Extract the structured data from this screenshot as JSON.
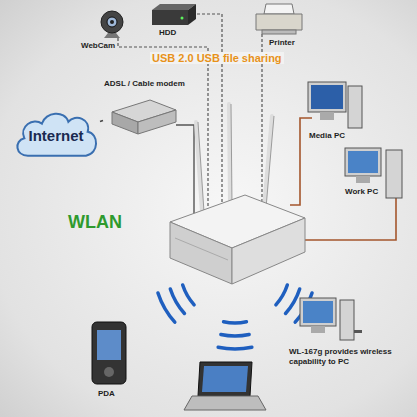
{
  "diagram": {
    "nodes": [
      {
        "text": [
          "WebCam"
        ]
      },
      {
        "text": [
          "HDD"
        ]
      },
      {
        "text": [
          "Printer"
        ]
      },
      {
        "text": [
          "Internet"
        ]
      },
      {
        "text": [
          "ADSL / Cable modem"
        ]
      },
      {
        "text": [
          "Media PC"
        ]
      },
      {
        "text": [
          "Work PC"
        ]
      },
      {
        "text": [
          "PDA"
        ]
      },
      {
        "text": [
          "WL-167g provides wireless capability to PC"
        ]
      }
    ],
    "edges": [
      {
        "from": 3,
        "to": 4,
        "arrow": "none"
      }
    ],
    "labels": [
      "USB 2.0 USB file sharing",
      "WLAN"
    ]
  }
}
